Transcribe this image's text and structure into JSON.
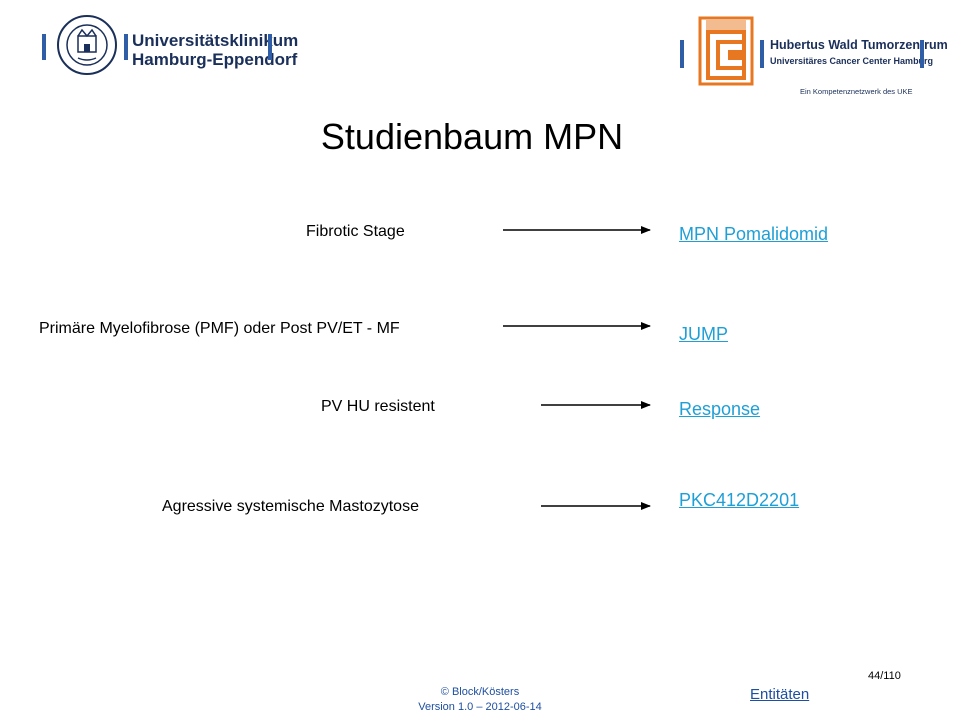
{
  "header": {
    "uke_line1": "Universitätsklinikum",
    "uke_line2": "Hamburg-Eppendorf",
    "hw_name": "Hubertus Wald Tumorzentrum",
    "hw_subtitle": "Universitäres Cancer Center Hamburg",
    "hw_network": "Ein Kompetenznetzwerk des UKE"
  },
  "title": "Studienbaum MPN",
  "rows": [
    {
      "label": "Fibrotic Stage",
      "link": "MPN Pomalidomid"
    },
    {
      "label": "Primäre Myelofibrose (PMF) oder  Post PV/ET - MF",
      "link": "JUMP"
    },
    {
      "label": "PV HU resistent",
      "link": "Response"
    },
    {
      "label": "Agressive systemische Mastozytose",
      "link": "PKC412D2201"
    }
  ],
  "footer": {
    "copyright": "© Block/Kösters",
    "version": "Version 1.0 – 2012-06-14",
    "entitaeten_link": "Entitäten",
    "page_number": "44/110"
  },
  "colors": {
    "link": "#1e9fd6",
    "brand_blue": "#2f5da6",
    "brand_orange": "#e87722"
  }
}
